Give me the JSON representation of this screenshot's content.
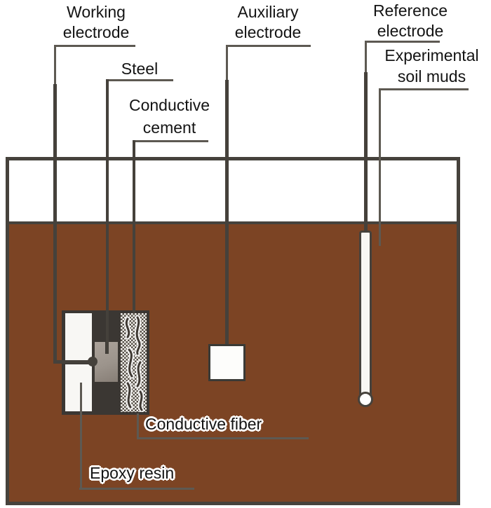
{
  "diagram": {
    "labels": {
      "working_electrode": [
        "Working",
        "electrode"
      ],
      "steel": "Steel",
      "conductive_cement": [
        "Conductive",
        "cement"
      ],
      "auxiliary_electrode": [
        "Auxiliary",
        "electrode"
      ],
      "reference_electrode": [
        "Reference",
        "electrode"
      ],
      "experimental_soil_muds": [
        "Experimental",
        "soil muds"
      ],
      "conductive_fiber": "Conductive fiber",
      "epoxy_resin": "Epoxy resin"
    },
    "colors": {
      "soil": "#7C4424",
      "outline": "#46423C",
      "leader": "#5D5952",
      "wire": "#45413B",
      "assembly_dark": "#3B3733",
      "steel_fill": "#9C948C",
      "white_fill": "#F8F7F4",
      "text": "#141414"
    }
  }
}
